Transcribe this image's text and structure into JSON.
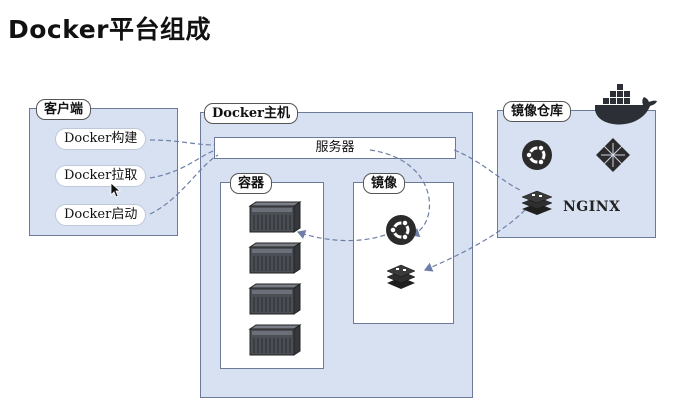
{
  "title": "Docker平台组成",
  "client": {
    "label": "客户端",
    "commands": [
      "Docker构建",
      "Docker拉取",
      "Docker启动"
    ]
  },
  "host": {
    "label": "Docker主机",
    "daemon": "服务器",
    "containers": {
      "label": "容器",
      "count": 4
    },
    "images": {
      "label": "镜像"
    }
  },
  "registry": {
    "label": "镜像仓库",
    "nginx": "NGINX"
  },
  "colors": {
    "panel": "#d8e1f1",
    "border": "#6a7a98",
    "arrow": "#6d7fa8",
    "docker_blue": "#3a78c8"
  }
}
